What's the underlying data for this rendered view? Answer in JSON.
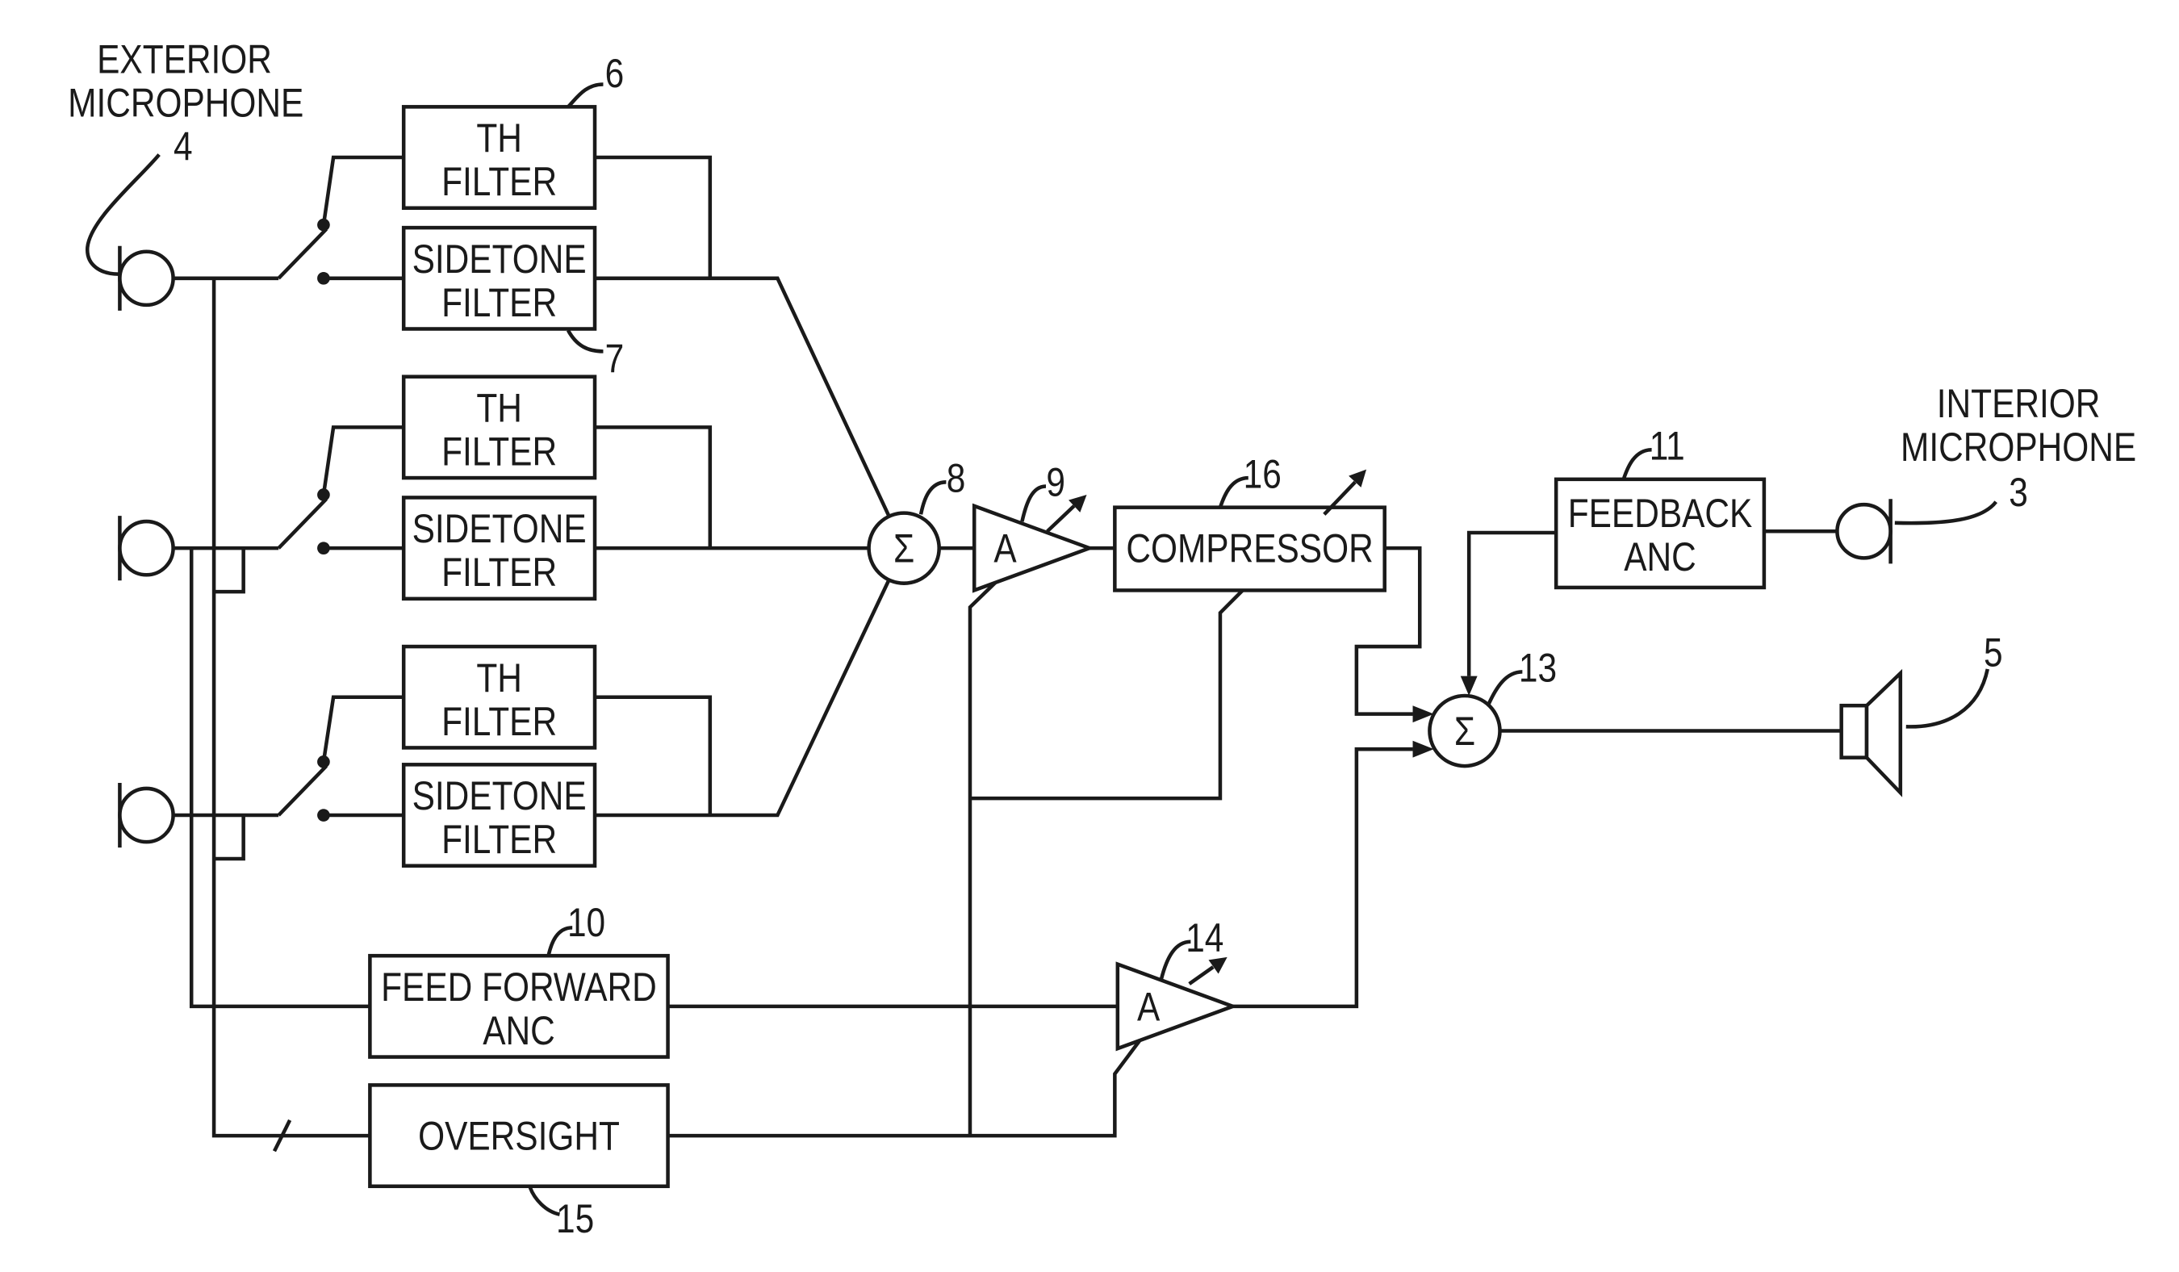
{
  "diagram": {
    "exterior_microphone": {
      "label_lines": [
        "EXTERIOR",
        "MICROPHONE"
      ],
      "ref": "4",
      "icon": "microphone-icon"
    },
    "filter_groups": [
      {
        "th_filter": {
          "lines": [
            "TH",
            "FILTER"
          ],
          "ref": "6"
        },
        "sidetone_filter": {
          "lines": [
            "SIDETONE",
            "FILTER"
          ],
          "ref": "7"
        }
      },
      {
        "th_filter": {
          "lines": [
            "TH",
            "FILTER"
          ]
        },
        "sidetone_filter": {
          "lines": [
            "SIDETONE",
            "FILTER"
          ]
        }
      },
      {
        "th_filter": {
          "lines": [
            "TH",
            "FILTER"
          ]
        },
        "sidetone_filter": {
          "lines": [
            "SIDETONE",
            "FILTER"
          ]
        }
      }
    ],
    "summer_8": {
      "symbol": "Σ",
      "ref": "8"
    },
    "amplifier_9": {
      "symbol": "A",
      "ref": "9"
    },
    "compressor": {
      "label": "COMPRESSOR",
      "ref": "16"
    },
    "feedback_anc": {
      "lines": [
        "FEEDBACK",
        "ANC"
      ],
      "ref": "11"
    },
    "interior_microphone": {
      "label_lines": [
        "INTERIOR",
        "MICROPHONE"
      ],
      "ref": "3",
      "icon": "microphone-icon"
    },
    "summer_13": {
      "symbol": "Σ",
      "ref": "13"
    },
    "speaker": {
      "ref": "5",
      "icon": "speaker-icon"
    },
    "feed_forward_anc": {
      "lines": [
        "FEED FORWARD",
        "ANC"
      ],
      "ref": "10"
    },
    "amplifier_14": {
      "symbol": "A",
      "ref": "14"
    },
    "oversight": {
      "label": "OVERSIGHT",
      "ref": "15"
    }
  }
}
